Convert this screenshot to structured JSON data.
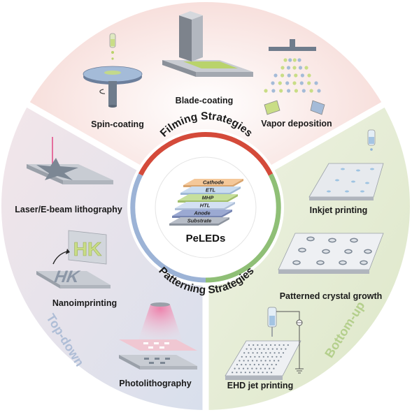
{
  "title": "",
  "colors": {
    "filming": "#f8e1de",
    "topdown": "#dfe4ee",
    "bottomup": "#e6ecd6",
    "accent_red": "#d44a3a",
    "accent_green": "#7eb26d",
    "accent_blue": "#8ea7cc",
    "topdown_text": "#aebdd6",
    "bottomup_text": "#b4cf8c"
  },
  "center": {
    "label": "PeLEDs",
    "layers": [
      "Cathode",
      "ETL",
      "MHP",
      "HTL",
      "Anode",
      "Substrate"
    ]
  },
  "ring": {
    "filming": "Filming Strategies",
    "patterning": "Patterning Strategies"
  },
  "sections": {
    "filming": {
      "items": [
        "Spin-coating",
        "Blade-coating",
        "Vapor deposition"
      ]
    },
    "topdown": {
      "label": "Top-down",
      "items": [
        "Laser/E-beam lithography",
        "Nanoimprinting",
        "Photolithography"
      ],
      "stamp_text": "HK"
    },
    "bottomup": {
      "label": "Bottom-up",
      "items": [
        "Inkjet printing",
        "Patterned crystal growth",
        "EHD jet printing"
      ]
    }
  }
}
